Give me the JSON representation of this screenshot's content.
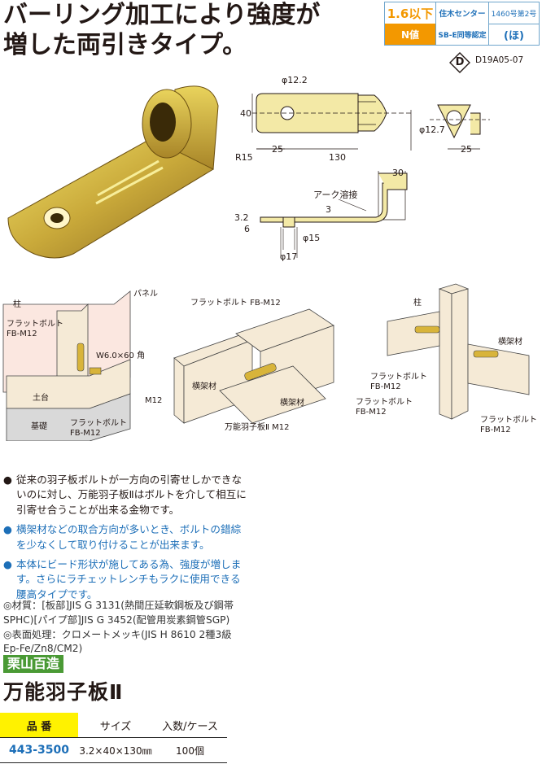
{
  "headline": {
    "line1": "バーリング加工により強度が",
    "line2": "増した両引きタイプ。"
  },
  "spec_badges": {
    "n_value_top": "1.6以下",
    "n_value_label": "N値",
    "center_label": "住木センター",
    "center_number": "1460号第2号",
    "sbe_label": "SB-E同等認定",
    "sbe_mark": "(ほ)"
  },
  "drawing": {
    "grade_mark": "D",
    "doc_code": "D19A05-07",
    "dim_hole": "φ12.2",
    "dim_width": "40",
    "dim_radius": "R15",
    "dim_25": "25",
    "dim_130": "130",
    "dim_pipe": "φ12.7",
    "dim_25_side": "25",
    "dim_30": "30",
    "weld_label": "アーク溶接",
    "dim_3": "3",
    "dim_3_2": "3.2",
    "dim_6": "6",
    "dim_15": "φ15",
    "dim_17": "φ17"
  },
  "illustrations": {
    "panel": "パネル",
    "pillar": "柱",
    "flat_bolt": "フラットボルト",
    "fb_m12": "FB-M12",
    "washer": "W6.0×60 角",
    "sill": "土台",
    "m12": "M12",
    "foundation": "基礎",
    "flat_bolt_fb": "フラットボルト",
    "fb_m12_2": "FB-M12",
    "mid_flat_bolt": "フラットボルト FB-M12",
    "beam_left": "横架材",
    "beam_mid": "横架材",
    "mid_bolt_right": "フラットボルト",
    "mid_bolt_right_code": "FB-M12",
    "mid_plate_label": "万能羽子板Ⅱ M12",
    "right_pillar": "柱",
    "right_beam": "横架材",
    "right_bolt1": "フラットボルト",
    "right_bolt1_code": "FB-M12",
    "right_bolt2": "フラットボルト",
    "right_bolt2_code": "FB-M12"
  },
  "bullets": [
    {
      "text": "従来の羽子板ボルトが一方向の引寄せしかできないのに対し、万能羽子板Ⅱはボルトを介して相互に引寄せ合うことが出来る金物です。",
      "color": "#231815"
    },
    {
      "text": "横架材などの取合方向が多いとき、ボルトの錯綜を少なくして取り付けることが出来ます。",
      "color": "#1d6fb8"
    },
    {
      "text": "本体にビード形状が施してある為、強度が増します。さらにラチェットレンチもラクに使用できる腰高タイプです。",
      "color": "#1d6fb8"
    }
  ],
  "bullet_mark": "●",
  "materials_text": "◎材質：[板部]JIS G 3131(熱間圧延軟鋼板及び鋼帯SPHC)[パイプ部]JIS G 3452(配管用炭素鋼管SGP)　◎表面処理：クロメートメッキ(JIS H 8610 2種3級 Ep-Fe/Zn8/CM2)",
  "brand": "栗山百造",
  "product_title": "万能羽子板Ⅱ",
  "table": {
    "headers": [
      "品 番",
      "サイズ",
      "入数/ケース"
    ],
    "rows": [
      [
        "443-3500",
        "3.2×40×130㎜",
        "100個"
      ]
    ]
  },
  "colors": {
    "accent_yellow": "#fff200",
    "badge_orange": "#f39800",
    "badge_blue": "#1d6fb8",
    "brand_green": "#4a9a35",
    "wood": "#f5ead6"
  }
}
